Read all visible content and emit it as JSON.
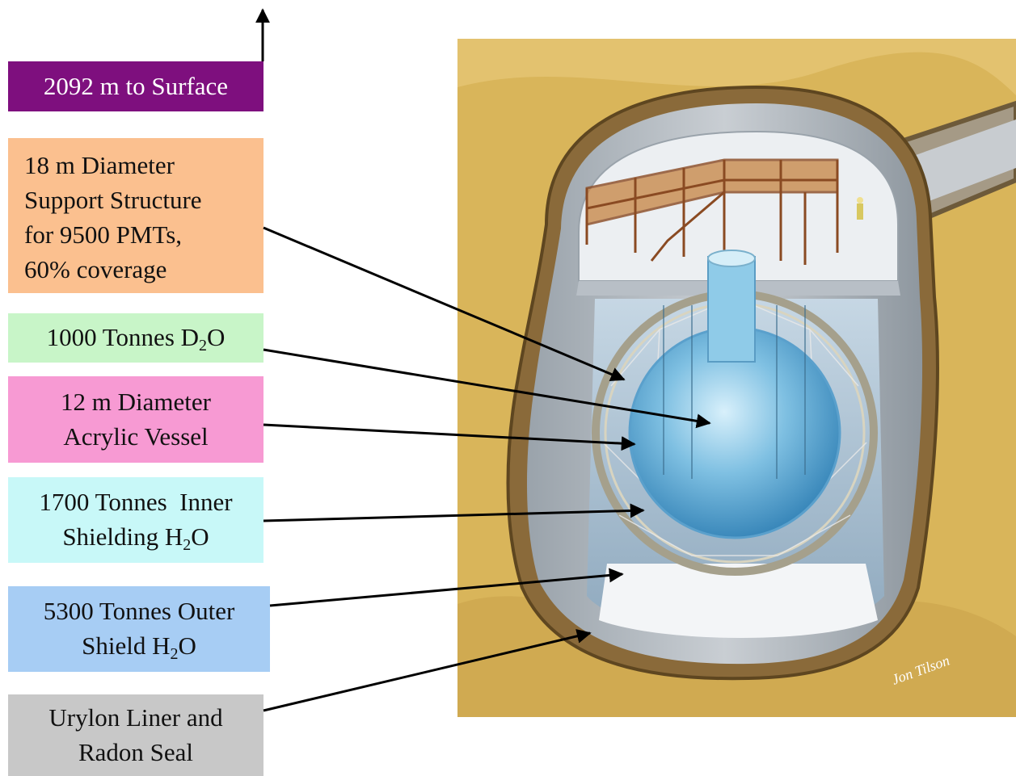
{
  "labels": {
    "surface": "2092 m to Surface",
    "support": [
      "18 m Diameter",
      "Support Structure",
      "for 9500 PMTs,",
      "60% coverage"
    ],
    "d2o": {
      "pre": "1000 Tonnes D",
      "sub": "2",
      "post": "O"
    },
    "vessel": [
      "12 m Diameter",
      "Acrylic Vessel"
    ],
    "inner": {
      "line1": "1700 Tonnes  Inner",
      "pre": "Shielding H",
      "sub": "2",
      "post": "O"
    },
    "outer": {
      "line1": "5300 Tonnes Outer",
      "pre": "Shield H",
      "sub": "2",
      "post": "O"
    },
    "liner": [
      "Urylon Liner and",
      "Radon Seal"
    ]
  },
  "colors": {
    "surface": "#7e0f7e",
    "support": "#fbc08f",
    "d2o": "#c8f5c8",
    "vessel": "#f79ad3",
    "inner": "#c8f8f8",
    "outer": "#a7cdf4",
    "liner": "#c8c8c8"
  },
  "illustration": {
    "signature": "Jon Tilson"
  }
}
